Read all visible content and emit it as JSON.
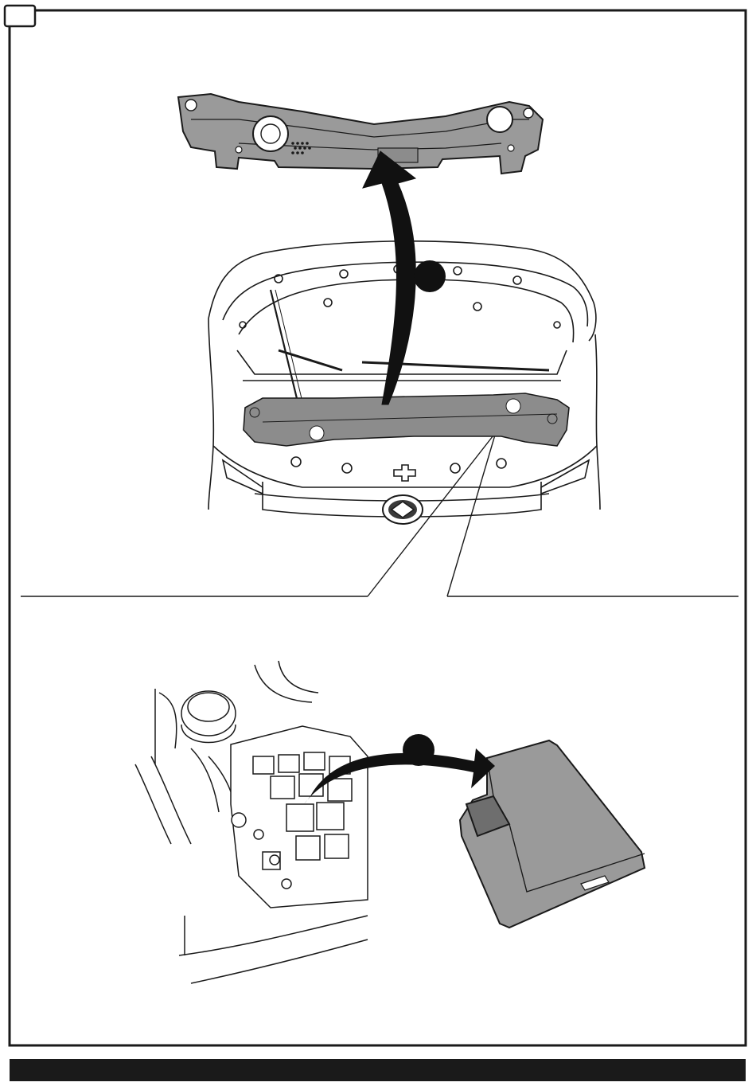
{
  "colors": {
    "ink": "#1a1a1a",
    "part_fill": "#9a9a9a",
    "part_fill_dark": "#6e6e6e",
    "arrow_fill": "#111111",
    "paper": "#ffffff",
    "highlight": "#8c8c8c"
  },
  "steps": [
    {
      "id": "step-remove-cowl-panel",
      "marker": ""
    },
    {
      "id": "step-remove-fusebox-cover",
      "marker": ""
    }
  ],
  "icons": [
    "tab-box",
    "step-marker",
    "arrow-up",
    "arrow-right",
    "brand-logo"
  ]
}
